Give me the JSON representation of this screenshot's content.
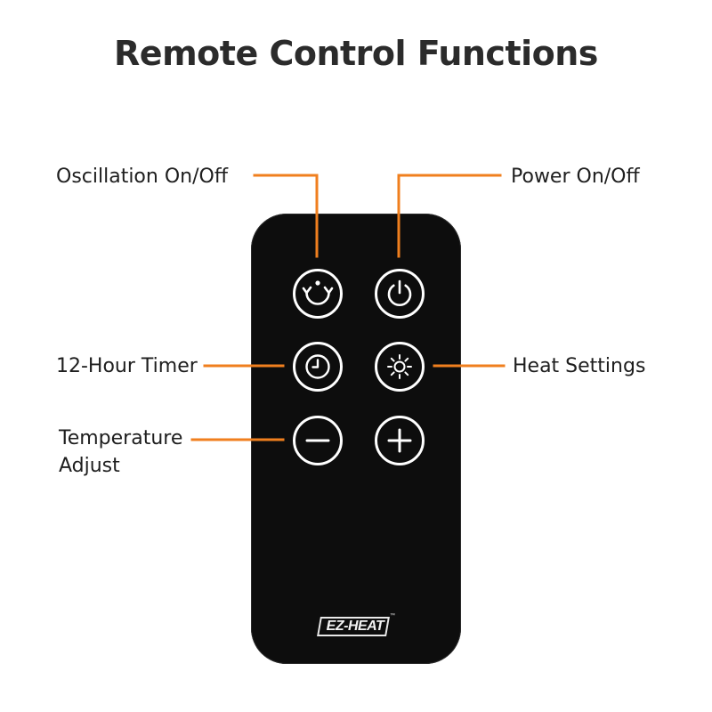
{
  "title": "Remote Control Functions",
  "callouts": {
    "oscillation": "Oscillation  On/Off",
    "power": "Power  On/Off",
    "timer": "12-Hour Timer",
    "heat": "Heat Settings",
    "temperature_line1": "Temperature",
    "temperature_line2": "Adjust"
  },
  "buttons": {
    "oscillation": "oscillation-icon",
    "power": "power-icon",
    "timer": "clock-icon",
    "heat": "sun-icon",
    "minus": "minus-icon",
    "plus": "plus-icon"
  },
  "logo": {
    "text": "EZ-HEAT",
    "mark": "™"
  },
  "colors": {
    "leader_line": "#f07f1e",
    "remote_body": "#0d0d0d",
    "button_ring": "#ffffff",
    "title": "#2b2b2b"
  }
}
